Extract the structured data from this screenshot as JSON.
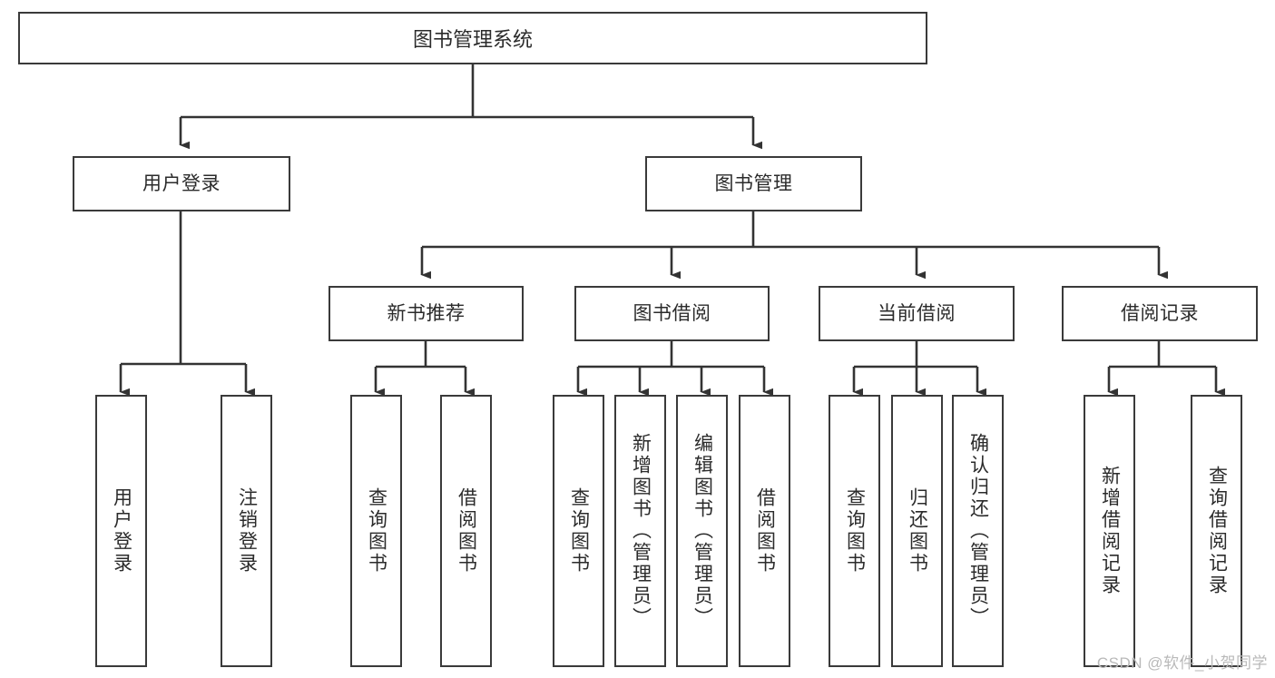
{
  "diagram": {
    "title": "图书管理系统",
    "type": "hierarchy-tree",
    "colors": {
      "box_border": "#3a3a3a",
      "box_fill": "#ffffff",
      "text": "#2b2b2b",
      "connector": "#333333",
      "watermark": "#b9b9b9"
    },
    "root": {
      "label": "图书管理系统"
    },
    "level1": [
      {
        "label": "用户登录"
      },
      {
        "label": "图书管理"
      }
    ],
    "level2": [
      {
        "label": "新书推荐"
      },
      {
        "label": "图书借阅"
      },
      {
        "label": "当前借阅"
      },
      {
        "label": "借阅记录"
      }
    ],
    "leaves": {
      "user_login": [
        {
          "label": "用户登录"
        },
        {
          "label": "注销登录"
        }
      ],
      "new_book_recommend": [
        {
          "label": "查询图书"
        },
        {
          "label": "借阅图书"
        }
      ],
      "book_borrow": [
        {
          "label": "查询图书"
        },
        {
          "label": "新增图书（管理员）"
        },
        {
          "label": "编辑图书（管理员）"
        },
        {
          "label": "借阅图书"
        }
      ],
      "current_borrow": [
        {
          "label": "查询图书"
        },
        {
          "label": "归还图书"
        },
        {
          "label": "确认归还（管理员）"
        }
      ],
      "borrow_record": [
        {
          "label": "新增借阅记录"
        },
        {
          "label": "查询借阅记录"
        }
      ]
    }
  },
  "watermark": {
    "text": "CSDN @软件_小贺同学"
  }
}
